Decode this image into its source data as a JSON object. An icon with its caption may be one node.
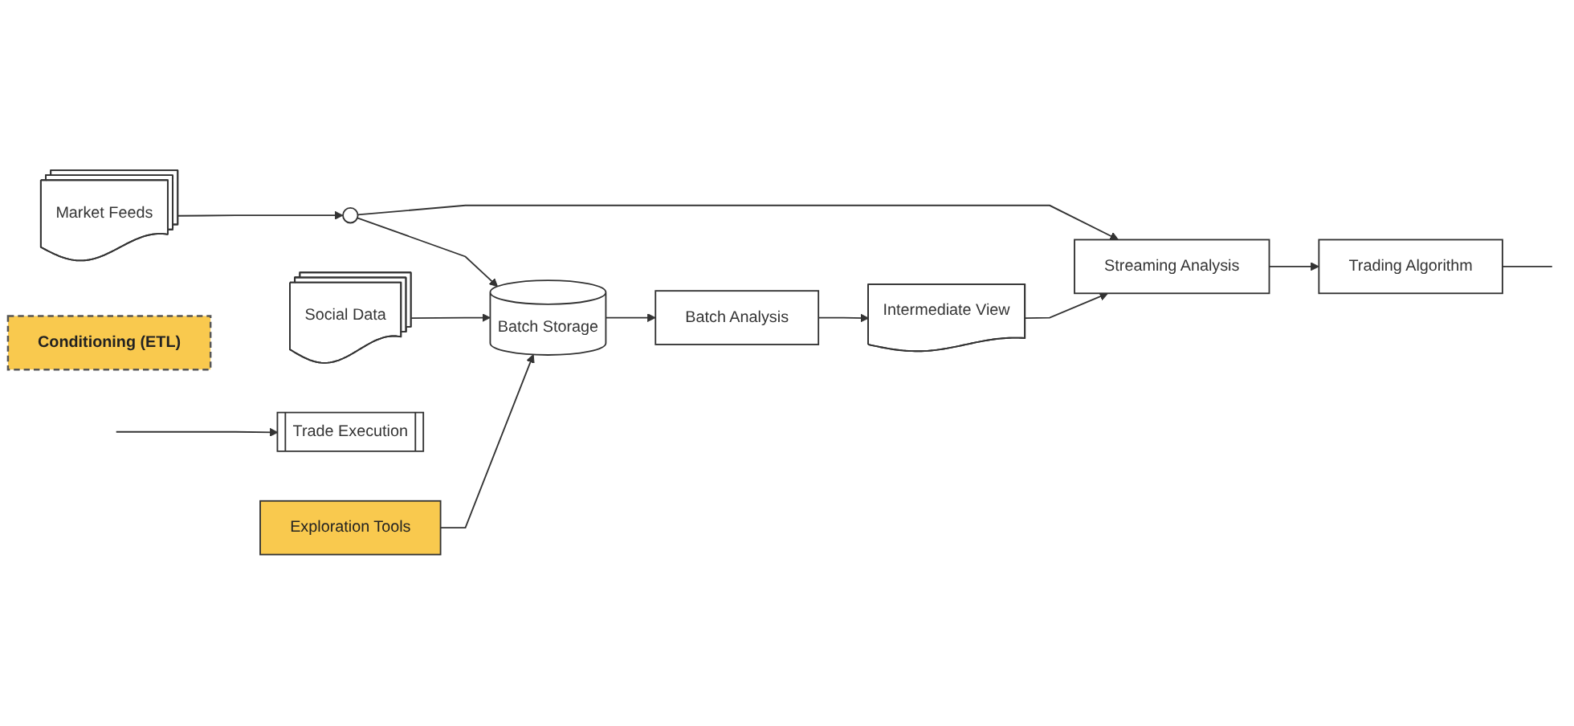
{
  "diagram": {
    "nodes": [
      {
        "text": [
          "Market Feeds"
        ]
      },
      {
        "text": [
          "Social Data"
        ]
      },
      {
        "text": [],
        "shape": "circle"
      },
      {
        "text": [
          "Conditioning (ETL)"
        ]
      },
      {
        "text": [
          "Streaming Analysis"
        ]
      },
      {
        "text": [
          "Trading Algorithm"
        ]
      },
      {
        "text": [
          "Intermediate View"
        ]
      },
      {
        "text": [
          "Batch Storage"
        ]
      },
      {
        "text": [
          "Batch Analysis"
        ]
      },
      {
        "text": [
          "Trade Execution"
        ]
      },
      {
        "text": [
          "Exploration Tools"
        ]
      }
    ],
    "edges": [
      {
        "from": 0,
        "to": 2,
        "arrow": "to"
      },
      {
        "from": 2,
        "to": 4,
        "arrow": "to"
      },
      {
        "from": 2,
        "to": 7,
        "arrow": "to"
      },
      {
        "from": 4,
        "to": 5,
        "arrow": "to"
      },
      {
        "from": 5,
        "to": null,
        "arrow": "none"
      },
      {
        "from": null,
        "to": 9,
        "arrow": "to"
      },
      {
        "from": 6,
        "to": 4,
        "arrow": "to"
      },
      {
        "from": 1,
        "to": 7,
        "arrow": "to"
      },
      {
        "from": 7,
        "to": 8,
        "arrow": "to"
      },
      {
        "from": 8,
        "to": 6,
        "arrow": "to"
      },
      {
        "from": 10,
        "to": 7,
        "arrow": "to"
      }
    ]
  }
}
